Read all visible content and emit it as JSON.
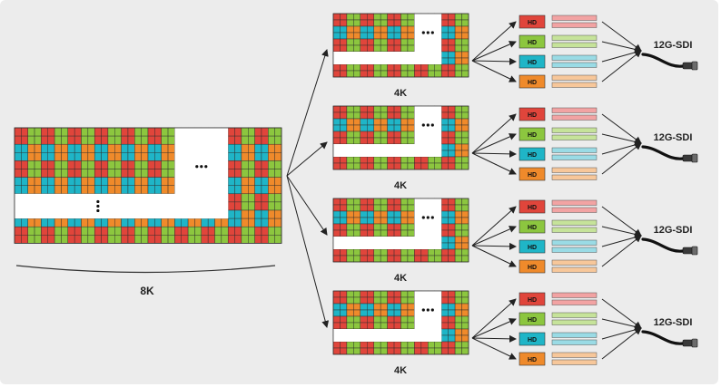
{
  "diagram": {
    "source_label": "8K",
    "quadrant_label": "4K",
    "link_label": "HD",
    "output_label": "12G-SDI",
    "ellipsis": "...",
    "colors": {
      "red": "#e0453b",
      "green": "#8cc63f",
      "cyan": "#1fb5c7",
      "orange": "#ef8a2b",
      "red_light": "#f2a3a3",
      "green_light": "#c6e39a",
      "cyan_light": "#9adbe5",
      "orange_light": "#f7c79a",
      "background": "#ececec"
    },
    "quadrants": [
      {
        "label": "4K",
        "links": [
          "HD",
          "HD",
          "HD",
          "HD"
        ],
        "output": "12G-SDI"
      },
      {
        "label": "4K",
        "links": [
          "HD",
          "HD",
          "HD",
          "HD"
        ],
        "output": "12G-SDI"
      },
      {
        "label": "4K",
        "links": [
          "HD",
          "HD",
          "HD",
          "HD"
        ],
        "output": "12G-SDI"
      },
      {
        "label": "4K",
        "links": [
          "HD",
          "HD",
          "HD",
          "HD"
        ],
        "output": "12G-SDI"
      }
    ]
  }
}
